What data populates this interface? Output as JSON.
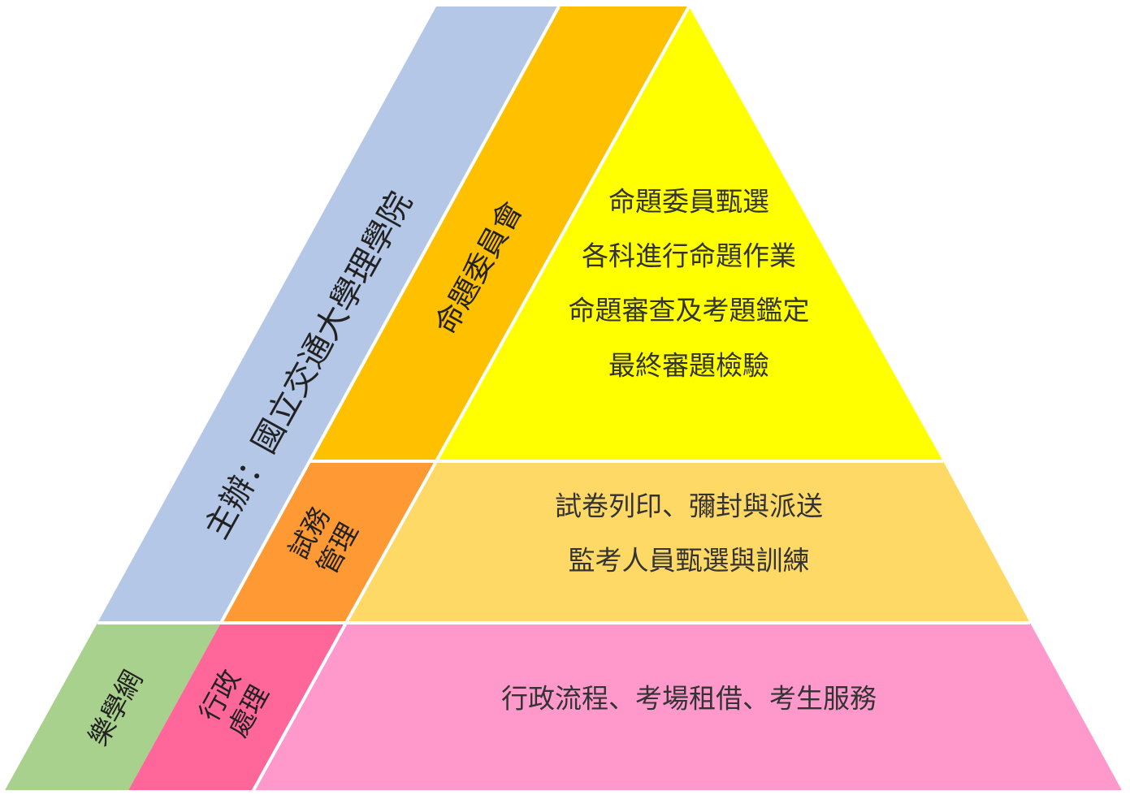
{
  "colors": {
    "host_band": "#B4C7E7",
    "committee_band": "#FFC000",
    "top_tier": "#FFFF00",
    "exam_band": "#FF9933",
    "mid_tier": "#FFD966",
    "leshow_band": "#A9D18E",
    "admin_band": "#FF6699",
    "bottom_tier": "#FF99CC"
  },
  "side_bands": {
    "host": "主辦：國立交通大學理學院",
    "committee": "命題委員會",
    "exam_affairs": [
      "試務",
      "管理"
    ],
    "leshow": "樂學網",
    "admin": [
      "行政",
      "處理"
    ]
  },
  "tiers": {
    "top": {
      "lines": [
        "命題委員甄選",
        "各科進行命題作業",
        "命題審查及考題鑑定",
        "最終審題檢驗"
      ]
    },
    "middle": {
      "lines": [
        "試卷列印、彌封與派送",
        "監考人員甄選與訓練"
      ]
    },
    "bottom": {
      "lines": [
        "行政流程、考場租借、考生服務"
      ]
    }
  }
}
